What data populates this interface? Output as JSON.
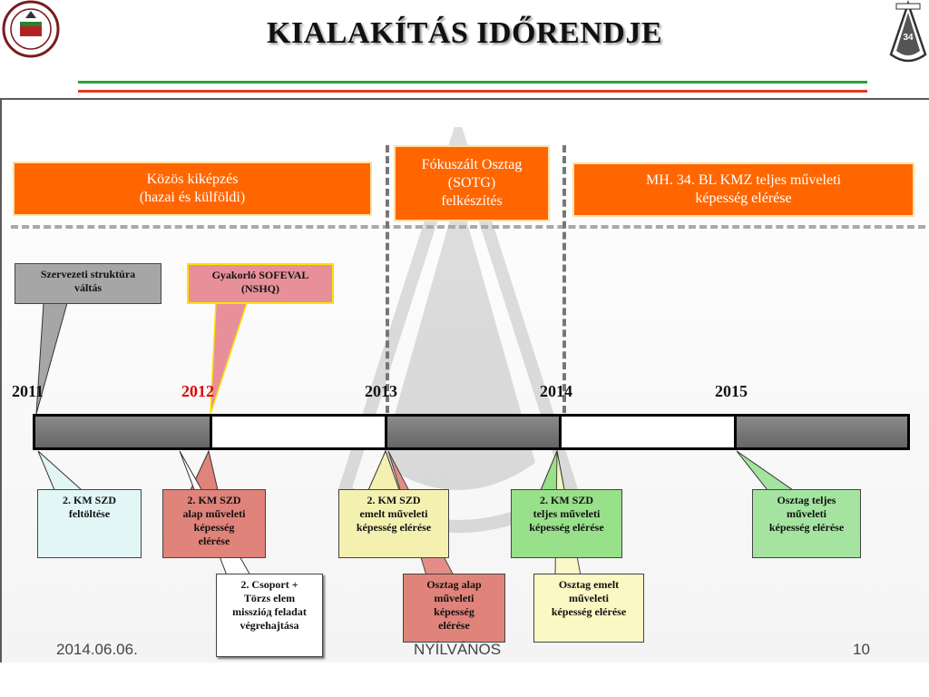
{
  "slide": {
    "title": "KIALAKÍTÁS IDŐRENDJE",
    "stripe_colors": [
      "#2aa03c",
      "#ffffff",
      "#e03a1e"
    ]
  },
  "phases": {
    "left": "Közös kiképzés\n(hazai és külföldi)",
    "middle": "Fókuszált Osztag\n(SOTG)\nfelkészítés",
    "right": "MH. 34. BL KMZ teljes műveleti\nképesség elérése"
  },
  "top_callouts": {
    "structure": "Szervezeti struktúra\nváltás",
    "sofeval": "Gyakorló SOFEVAL\n(NSHQ)"
  },
  "years": {
    "y2011": "2011",
    "y2012": "2012",
    "y2013": "2013",
    "y2014": "2014",
    "y2015": "2015",
    "highlight_color": "#dd0000"
  },
  "bottom_callouts": {
    "c1": "2. KM SZD\nfeltöltése",
    "c2": "2. KM SZD\nalap műveleti\nképesség\nelérése",
    "c3": "2. Csoport +\nTörzs elem\nmisszióд feladat\nvégrehajtása",
    "c4": "2. KM SZD\nemelt műveleti\nképesség elérése",
    "c5": "Osztag  alap\nműveleti\nképesség\nelérése",
    "c6": "2. KM SZD\nteljes műveleti\nképesség elérése",
    "c7": "Osztag emelt\nműveleti\nképesség elérése",
    "c8": "Osztag teljes\nműveleti\nképesség elérése"
  },
  "colors": {
    "orange": "#ff6600",
    "gray_box": "#a6a6a6",
    "pink_box": "#e8909a",
    "cyan_box": "#e2f6f6",
    "salmon_box": "#e0837a",
    "white_box": "#ffffff",
    "yellow_box": "#f4f1b0",
    "green_box": "#98e08a",
    "green_light_box": "#a4e4a0",
    "light_yellow_box": "#fbf8c4"
  },
  "footer": {
    "date": "2014.06.06.",
    "classification": "NYÍLVÁNOS",
    "page": "10"
  }
}
